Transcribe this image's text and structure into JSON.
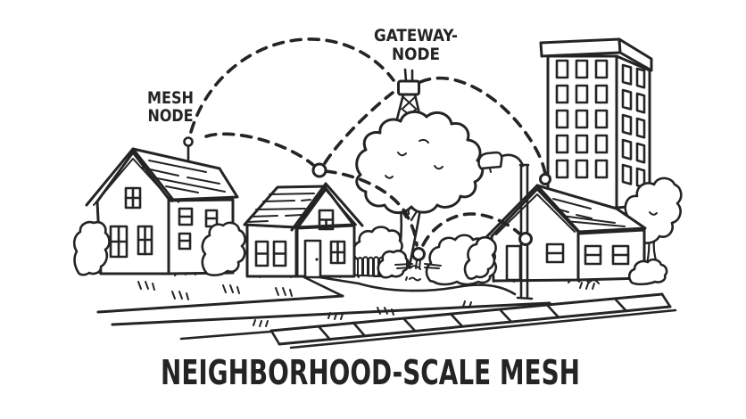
{
  "colors": {
    "ink": "#242424",
    "background": "#ffffff"
  },
  "labels": {
    "mesh_node": {
      "line1": "MESH",
      "line2": "NODE"
    },
    "gateway_node": {
      "line1": "GATEWAY-",
      "line2": "NODE"
    }
  },
  "title": "NEIGHBORHOOD-SCALE MESH"
}
